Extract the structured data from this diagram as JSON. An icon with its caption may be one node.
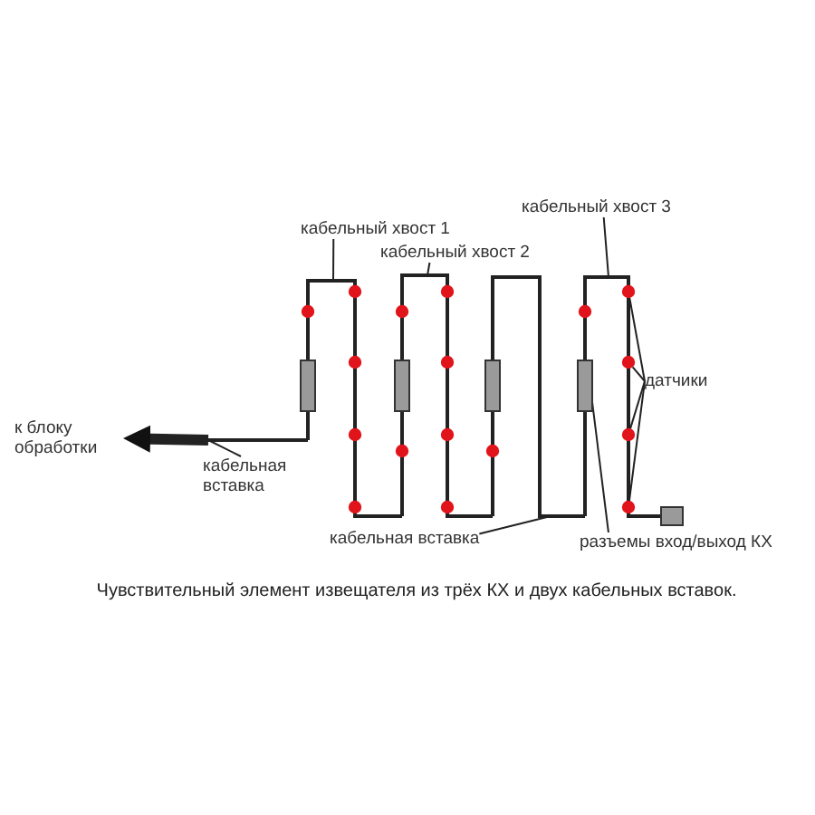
{
  "diagram": {
    "caption": "Чувствительный элемент извещателя из трёх КХ и двух кабельных вставок.",
    "nodes": [
      {
        "text": [
          "к блоку обработки"
        ]
      },
      {
        "text": [
          "кабельная вставка"
        ]
      },
      {
        "text": [
          "кабельный хвост 1"
        ]
      },
      {
        "text": [
          "кабельный хвост 2"
        ]
      },
      {
        "text": [
          "кабельный хвост 3"
        ]
      },
      {
        "text": [
          "датчики"
        ]
      },
      {
        "text": [
          "кабельная вставка"
        ]
      },
      {
        "text": [
          "разъемы вход/выход КХ"
        ]
      },
      {
        "text": [],
        "shape": "cable"
      },
      {
        "text": [],
        "shape": "cable"
      },
      {
        "text": [],
        "shape": "cable"
      },
      {
        "text": [],
        "shape": "cable"
      },
      {
        "text": [],
        "shape": "circle",
        "in": 11
      },
      {
        "text": [],
        "shape": "circle",
        "in": 11
      },
      {
        "text": [],
        "shape": "circle",
        "in": 11
      },
      {
        "text": [],
        "shape": "circle",
        "in": 11
      },
      {
        "text": [],
        "shape": "cable"
      },
      {
        "text": [],
        "shape": "box"
      }
    ],
    "edges": [
      {
        "from": 8,
        "to": 0,
        "arrow": "to",
        "style": "thick"
      },
      {
        "from": 1,
        "to": 8,
        "arrow": "none"
      },
      {
        "from": 2,
        "to": 9,
        "arrow": "none"
      },
      {
        "from": 3,
        "to": 10,
        "arrow": "none"
      },
      {
        "from": 4,
        "to": 11,
        "arrow": "none"
      },
      {
        "from": 5,
        "to": 12,
        "arrow": "none"
      },
      {
        "from": 5,
        "to": 13,
        "arrow": "none"
      },
      {
        "from": 5,
        "to": 14,
        "arrow": "none"
      },
      {
        "from": 5,
        "to": 15,
        "arrow": "none"
      },
      {
        "from": 6,
        "to": 16,
        "arrow": "none"
      },
      {
        "from": 7,
        "to": 17,
        "arrow": "none"
      }
    ]
  }
}
